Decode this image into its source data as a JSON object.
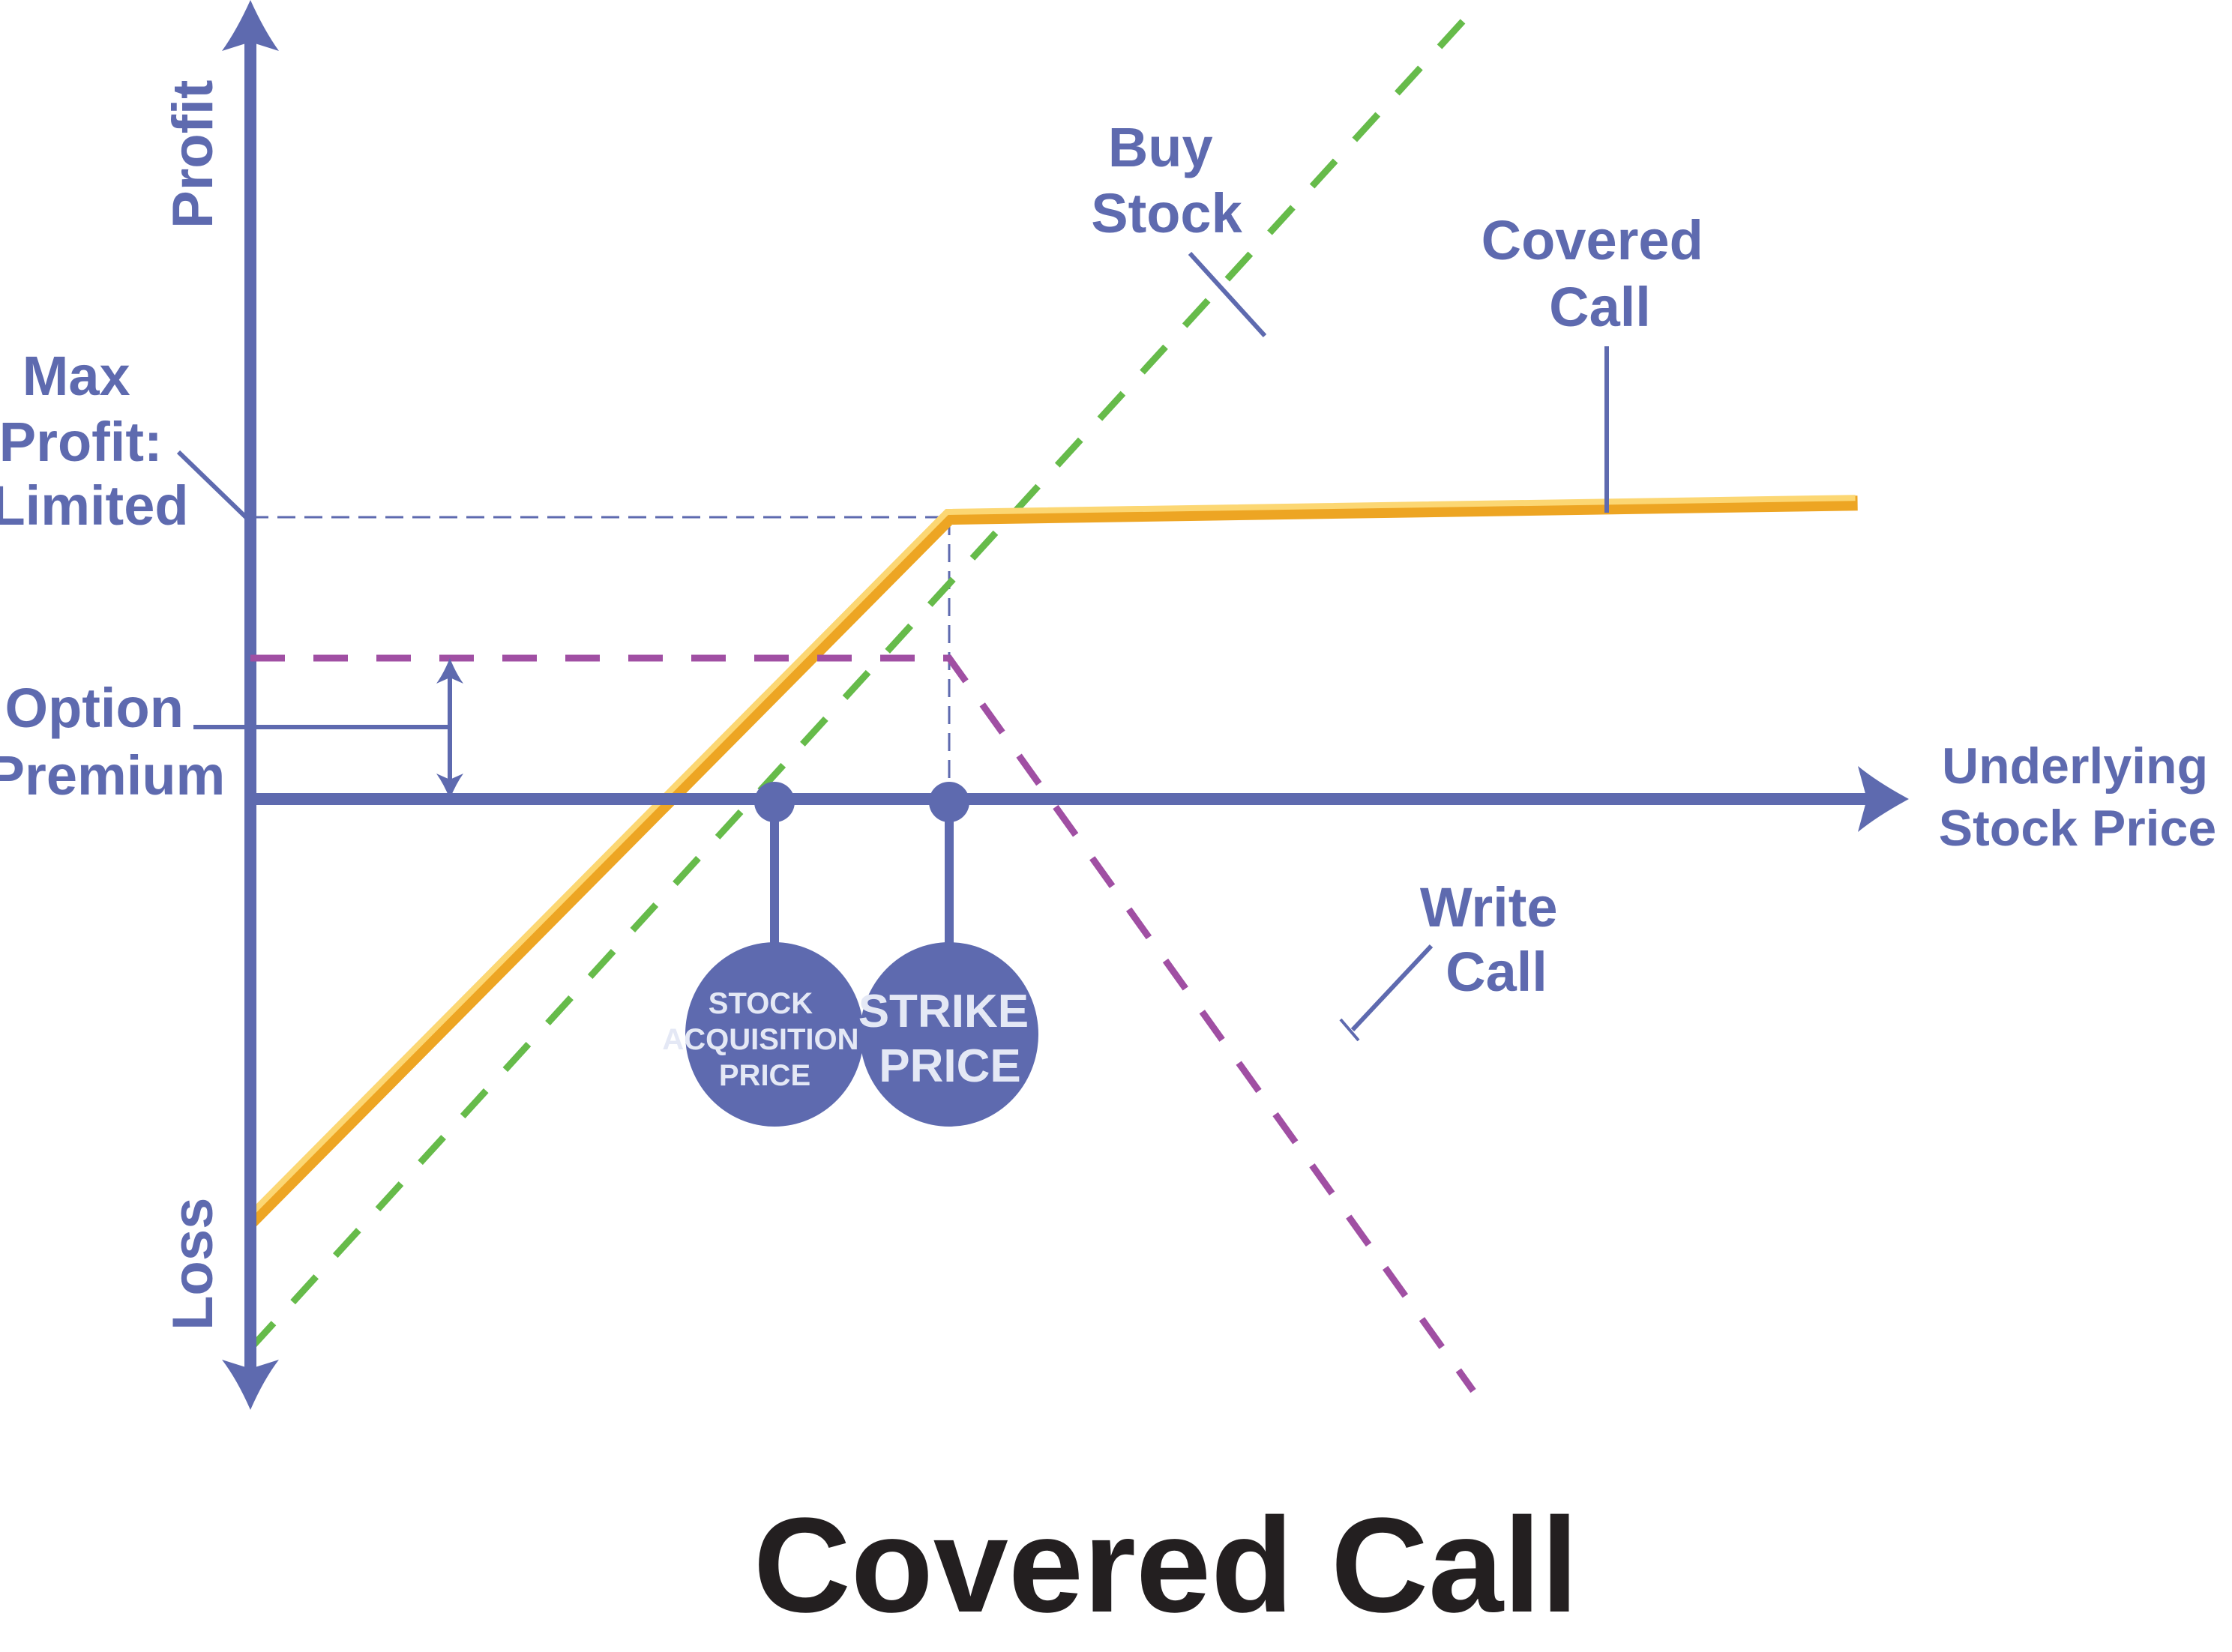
{
  "chart_data": {
    "type": "line",
    "title": "Covered Call",
    "xlabel": "Underlying Stock Price",
    "ylabel_top": "Profit",
    "ylabel_bottom": "Loss",
    "x_range": [
      0,
      10
    ],
    "y_range": [
      -6,
      6
    ],
    "stock_acquisition_price": 3.0,
    "strike_price": 4.0,
    "option_premium": 1.0,
    "max_profit": 2.0,
    "series": [
      {
        "name": "Covered Call",
        "style": "solid",
        "color": "#EDA523",
        "highlight": "#FCD773",
        "points": [
          [
            0,
            -3.0
          ],
          [
            4.0,
            2.0
          ],
          [
            9.2,
            2.1
          ]
        ]
      },
      {
        "name": "Buy Stock",
        "style": "dashed",
        "color": "#66BB4A",
        "points": [
          [
            0,
            -3.9
          ],
          [
            7.0,
            5.6
          ]
        ]
      },
      {
        "name": "Write Call",
        "style": "dashed",
        "color": "#A04FA3",
        "points": [
          [
            0,
            1.0
          ],
          [
            4.0,
            1.0
          ],
          [
            7.0,
            -4.2
          ]
        ]
      }
    ],
    "reference_lines": [
      {
        "name": "Max Profit",
        "style": "dashed",
        "y": 2.0
      },
      {
        "name": "Strike",
        "style": "dashed",
        "x": 4.0
      }
    ],
    "annotations": {
      "buy_stock": [
        "Buy",
        "Stock"
      ],
      "covered_call": [
        "Covered",
        "Call"
      ],
      "write_call": [
        "Write",
        "Call"
      ],
      "max_profit": [
        "Max",
        "Profit:",
        "Limited"
      ],
      "option_premium": [
        "Option",
        "Premium"
      ],
      "underlying": [
        "Underlying",
        "Stock Price"
      ],
      "stock_acquisition_bubble": [
        "STOCK",
        "ACQUISITION",
        "PRICE"
      ],
      "strike_bubble": [
        "STRIKE",
        "PRICE"
      ]
    },
    "grid": false
  },
  "colors": {
    "axis": "#5E6AAF",
    "covered_call": "#EDA523",
    "covered_call_highlight": "#FCD773",
    "buy_stock": "#66BB4A",
    "write_call": "#A04FA3",
    "title": "#231F20",
    "bubble_text": "#E4E8F5"
  }
}
